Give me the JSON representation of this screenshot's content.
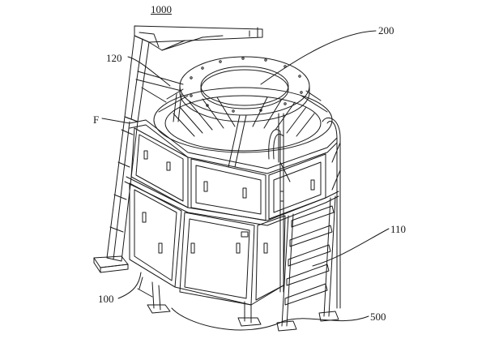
{
  "figure": {
    "labels": {
      "assembly": "1000",
      "bracket": "120",
      "top_ring": "200",
      "frame": "F",
      "ladder": "110",
      "body": "100",
      "base": "500"
    },
    "stroke_color": "#1a1a1a"
  }
}
